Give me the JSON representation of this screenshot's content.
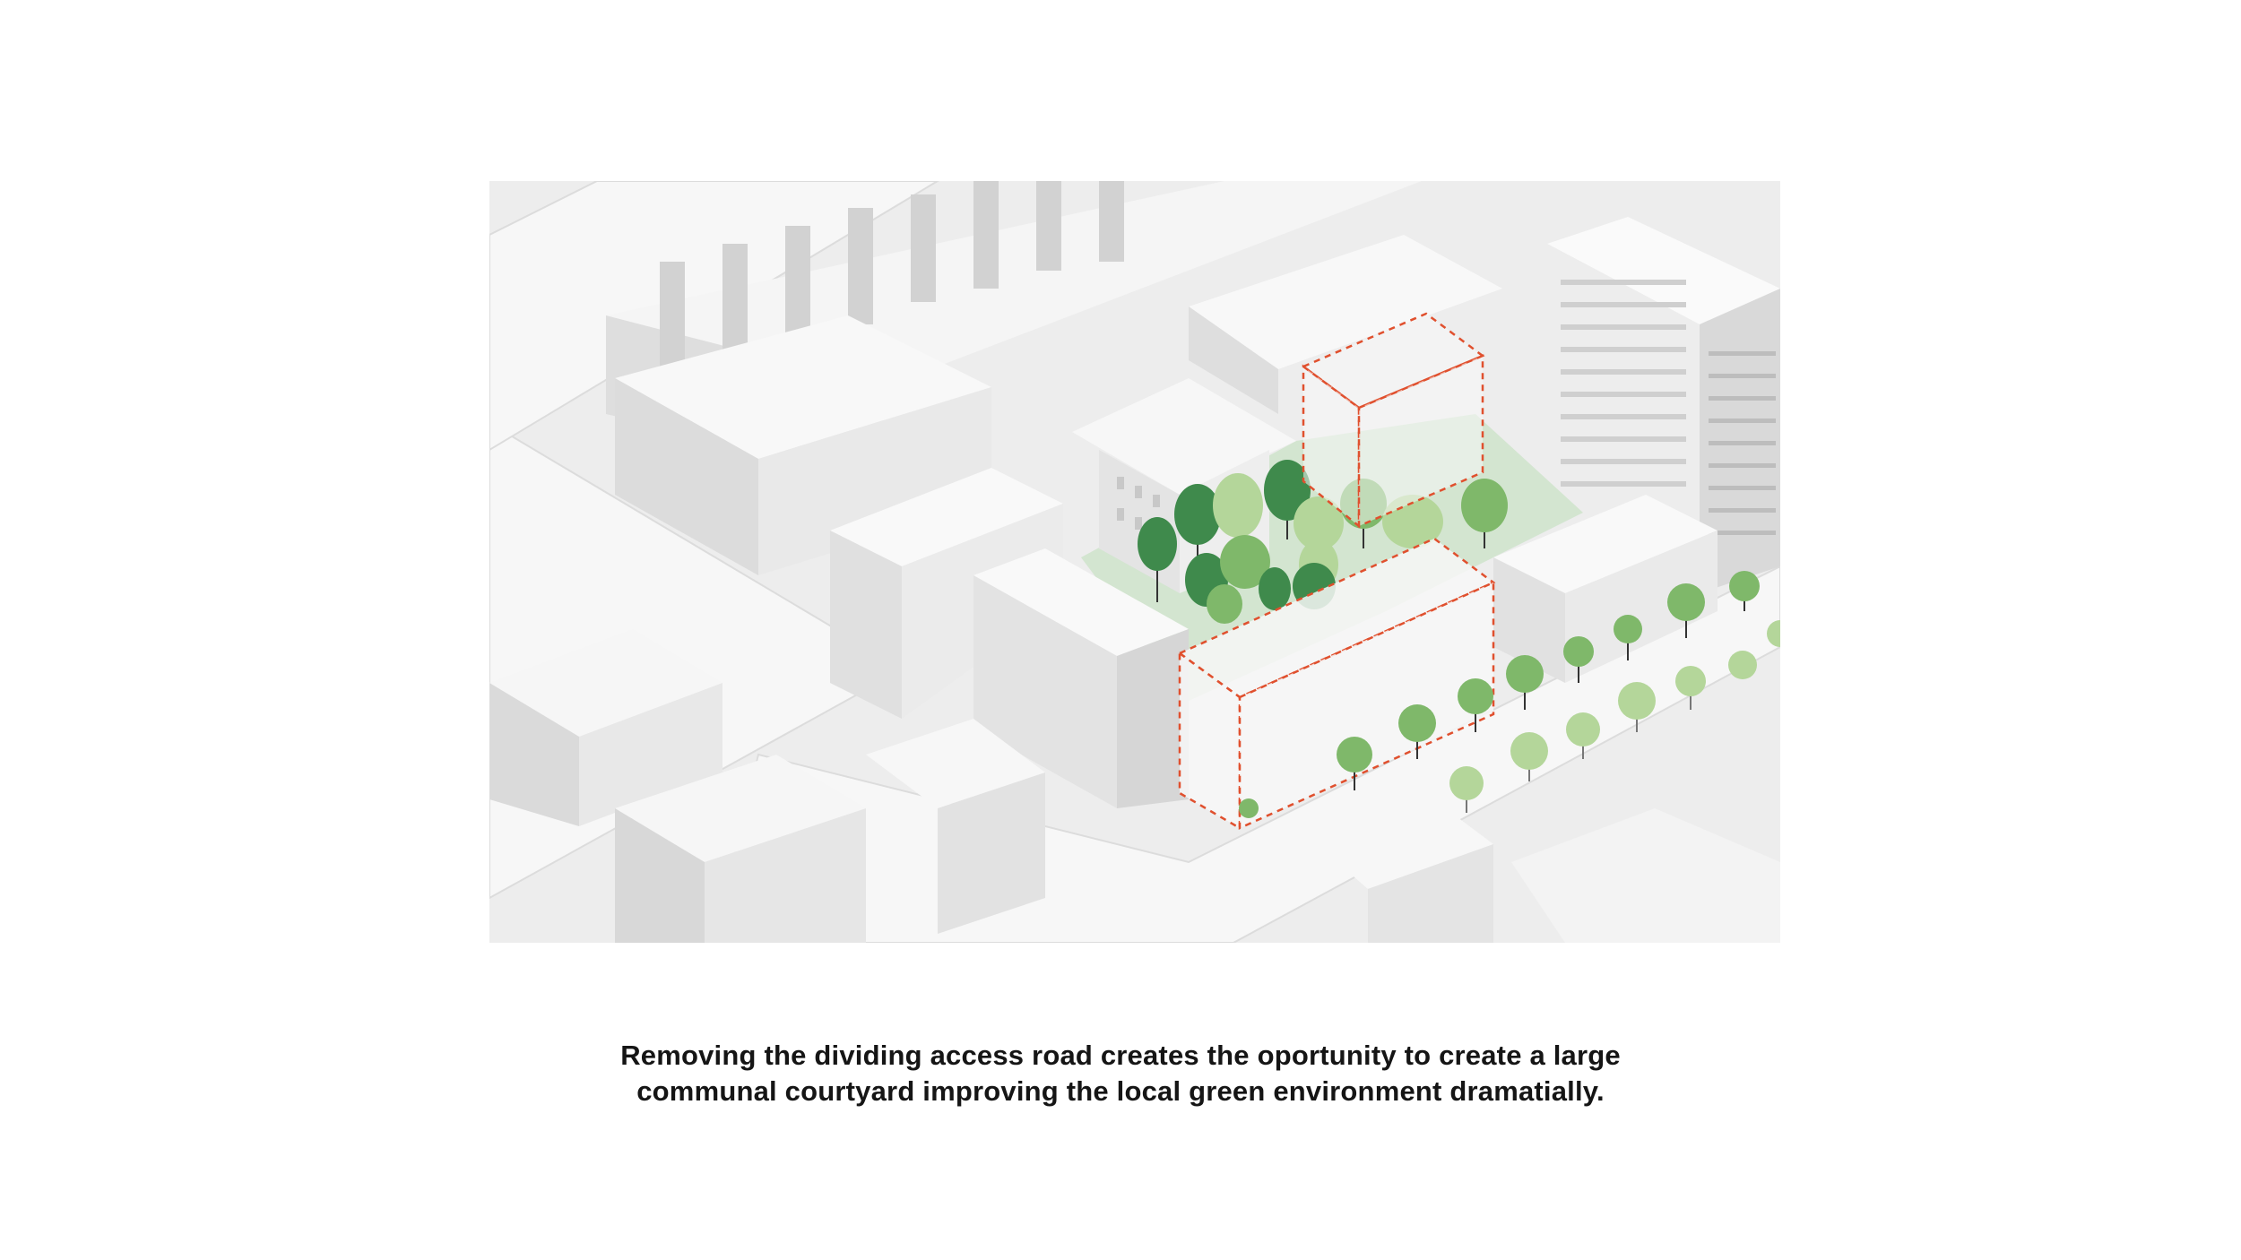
{
  "figure": {
    "icons": {
      "trees": "tree-icon",
      "proposed_volume": "dashed-outline-volume"
    },
    "colors": {
      "model_white": "#f4f4f4",
      "model_shadow": "#cfcfcf",
      "courtyard_green": "#cfe3cc",
      "tree_dark": "#3f8a4c",
      "tree_mid": "#7fb86a",
      "tree_light": "#b4d69a",
      "proposal_outline": "#e0502e"
    }
  },
  "caption": {
    "line1": "Removing the dividing access road creates the oportunity to create a large",
    "line2": "communal courtyard improving the local green environment dramatially."
  }
}
